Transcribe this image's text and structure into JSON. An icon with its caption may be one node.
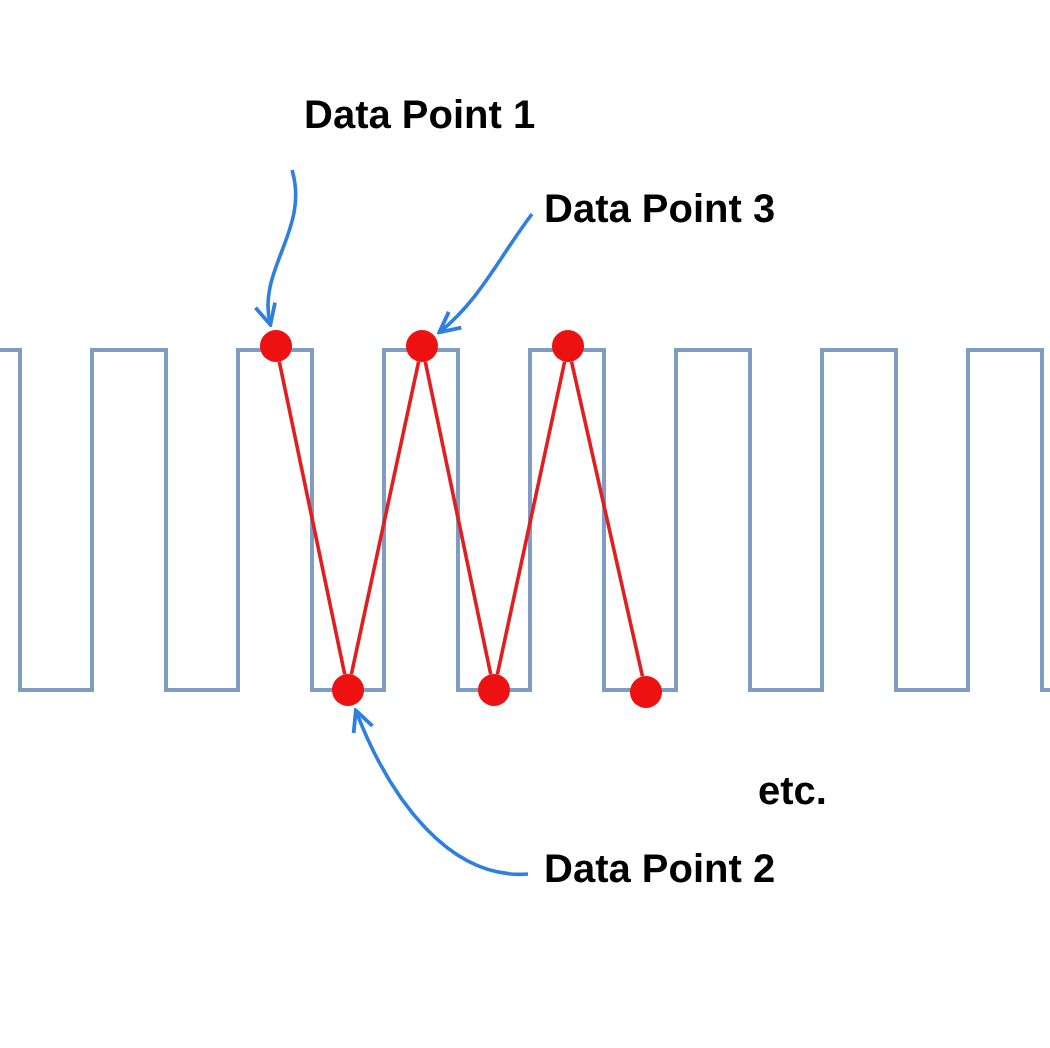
{
  "diagram": {
    "nodes": [
      {
        "text": [
          "Data Point 1"
        ]
      },
      {
        "text": [
          "Data Point 3"
        ]
      },
      {
        "text": [],
        "shape": "circle"
      },
      {
        "text": [],
        "shape": "circle"
      },
      {
        "text": [],
        "shape": "circle"
      },
      {
        "text": [],
        "shape": "circle"
      },
      {
        "text": [],
        "shape": "circle"
      },
      {
        "text": [],
        "shape": "circle"
      },
      {
        "text": [
          "Data Point 2"
        ]
      }
    ],
    "edges": [
      {
        "from": 0,
        "to": 2,
        "arrow": "to",
        "color": "#2f7fe0"
      },
      {
        "from": 1,
        "to": 4,
        "arrow": "to",
        "color": "#2f7fe0"
      },
      {
        "from": 8,
        "to": 3,
        "arrow": "to",
        "color": "#2f7fe0"
      },
      {
        "from": 2,
        "to": 3,
        "arrow": "none"
      },
      {
        "from": 3,
        "to": 4,
        "arrow": "none"
      },
      {
        "from": 4,
        "to": 5,
        "arrow": "none"
      },
      {
        "from": 5,
        "to": 6,
        "arrow": "none"
      },
      {
        "from": 6,
        "to": 7,
        "arrow": "none"
      }
    ],
    "labels": [
      "etc."
    ]
  }
}
